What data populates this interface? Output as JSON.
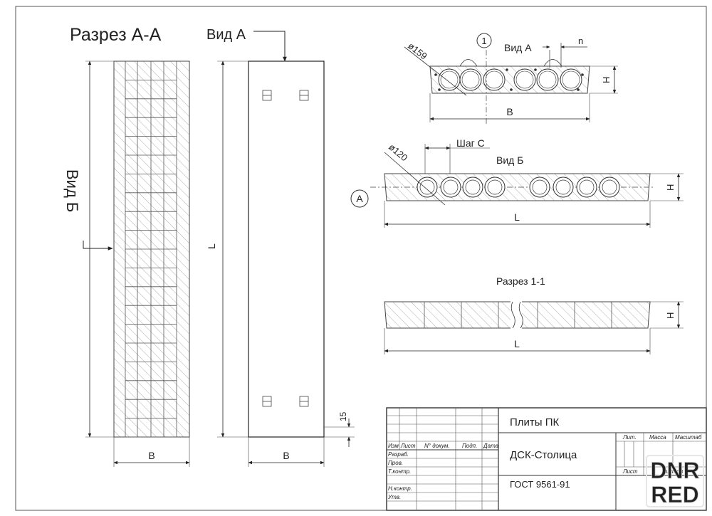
{
  "section_aa": {
    "title": "Разрез А-А",
    "dim_b": "B"
  },
  "view_a_main": {
    "title": "Вид А",
    "dim_l": "L",
    "dim_b": "B",
    "dim_15": "15"
  },
  "view_b_label": "Вид Б",
  "top_right": {
    "callout": "1",
    "dia": "ø159",
    "view": "Вид А",
    "n": "n",
    "h": "H",
    "b": "B"
  },
  "mid_right": {
    "dia": "ø120",
    "step": "Шаг С",
    "view": "Вид Б",
    "circle": "A",
    "h": "H",
    "l": "L"
  },
  "section_11": {
    "title": "Разрез 1-1",
    "h": "H",
    "l": "L"
  },
  "title_block": {
    "product": "Плиты ПК",
    "company": "ДСК-Столица",
    "standard": "ГОСТ 9561-91",
    "hdr_izm": "Изм",
    "hdr_list": "Лист",
    "hdr_doc": "N° докум.",
    "hdr_sign": "Подп.",
    "hdr_date": "Дата",
    "razrab": "Разраб.",
    "prov": "Пров.",
    "tkontr": "Т.контр.",
    "nkontr": "Н.контр.",
    "utv": "Утв.",
    "lit": "Лит.",
    "massa": "Масса",
    "masshtab": "Масштаб",
    "list": "Лист",
    "listov": "Листов"
  },
  "watermark": {
    "line1": "DNR",
    "line2": "RED",
    "color": "#e0e0e0"
  }
}
